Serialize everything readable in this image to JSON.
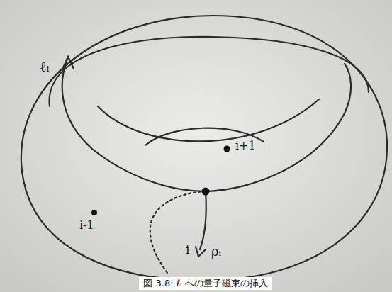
{
  "diagram": {
    "caption": "図 3.8: ℓᵢ への量子磁束の挿入",
    "labels": [
      "ℓᵢ",
      "i-1",
      "i+1",
      "i",
      "ρᵢ"
    ]
  }
}
